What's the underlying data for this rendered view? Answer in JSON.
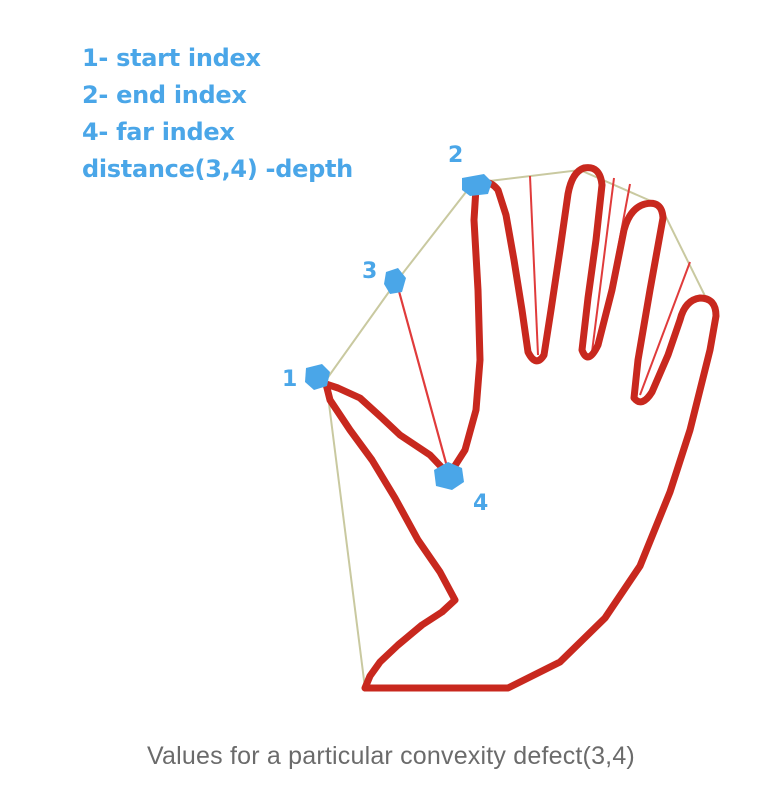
{
  "legend": {
    "line1": "1- start index",
    "line2": "2- end index",
    "line3": "4- far index",
    "line4": "distance(3,4) -depth"
  },
  "points": {
    "p1": "1",
    "p2": "2",
    "p3": "3",
    "p4": "4"
  },
  "caption": "Values for a particular convexity defect(3,4)",
  "colors": {
    "hand_outline": "#c8281e",
    "hull": "#c9c9a0",
    "defect_line": "#e03b3b",
    "marker": "#4aa6e8",
    "caption": "#6b6b6b"
  }
}
